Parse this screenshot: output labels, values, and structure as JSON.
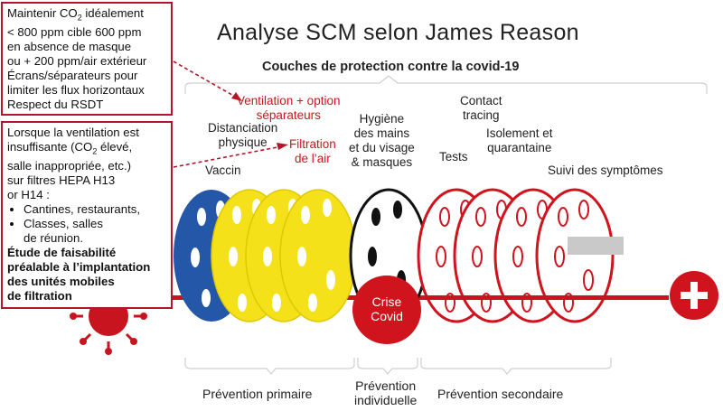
{
  "title": "Analyse SCM selon James Reason",
  "subtitle": "Couches de protection contre la covid-19",
  "box1": {
    "lines": [
      "Maintenir CO",
      "2",
      " idéalement",
      "< 800 ppm cible 600 ppm",
      "en absence de masque",
      "ou + 200 ppm/air extérieur",
      "Écrans/séparateurs pour",
      "limiter les flux horizontaux",
      "Respect du RSDT"
    ]
  },
  "box2": {
    "line1": "Lorsque la ventilation est",
    "line2a": "insuffisante (CO",
    "line2b": "2",
    "line2c": " élevé,",
    "line3": "salle inappropriée, etc.)",
    "line4": "sur filtres HEPA H13",
    "line5": "or H14 :",
    "bullet1": "Cantines, restaurants,",
    "bullet2a": "Classes, salles",
    "bullet2b": "de réunion.",
    "bold1": "Étude de faisabilité",
    "bold2": "préalable à l’implantation",
    "bold3": "des unités mobiles",
    "bold4": "de filtration"
  },
  "labels": {
    "vaccin": "Vaccin",
    "distanciation1": "Distanciation",
    "distanciation2": "physique",
    "ventilation1": "Ventilation + option",
    "ventilation2": "séparateurs",
    "filtration1": "Filtration",
    "filtration2": "de l’air",
    "hygiene1": "Hygiène",
    "hygiene2": "des mains",
    "hygiene3": "et du visage",
    "hygiene4": "& masques",
    "tests": "Tests",
    "contact1": "Contact",
    "contact2": "tracing",
    "isolement1": "Isolement et",
    "isolement2": "quarantaine",
    "suivi": "Suivi des symptômes"
  },
  "crise": {
    "line1": "Crise",
    "line2": "Covid"
  },
  "footer": {
    "primaire": "Prévention primaire",
    "individuelle1": "Prévention",
    "individuelle2": "individuelle",
    "secondaire": "Prévention secondaire"
  },
  "colors": {
    "blue": "#2457a8",
    "yellow": "#f5e11a",
    "red": "#d0141e",
    "black": "#111111",
    "border": "#b3162b"
  }
}
